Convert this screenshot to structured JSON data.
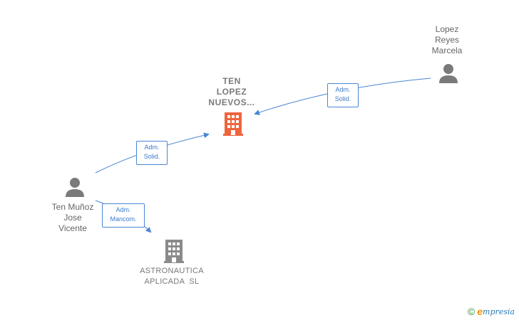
{
  "nodes": {
    "ten_lopez": {
      "lines": [
        "TEN",
        "LOPEZ",
        "NUEVOS..."
      ],
      "color": "#f0643c"
    },
    "astronautica": {
      "lines": [
        "ASTRONAUTICA",
        "APLICADA  SL"
      ],
      "color": "#8a8a8a"
    },
    "lopez_reyes": {
      "lines": [
        "Lopez",
        "Reyes",
        "Marcela"
      ]
    },
    "ten_munoz": {
      "lines": [
        "Ten Muñoz",
        "Jose",
        "Vicente"
      ]
    }
  },
  "edges": {
    "lopez_to_ten": {
      "lines": [
        "Adm.",
        "Solid."
      ]
    },
    "munoz_to_ten": {
      "lines": [
        "Adm.",
        "Solid."
      ]
    },
    "munoz_to_astro": {
      "lines": [
        "Adm.",
        "Mancom."
      ]
    }
  },
  "brand": {
    "copyright": "©",
    "e": "e",
    "rest": "mpresia"
  },
  "colors": {
    "edge": "#4a86d4",
    "person": "#7a7a7a"
  }
}
